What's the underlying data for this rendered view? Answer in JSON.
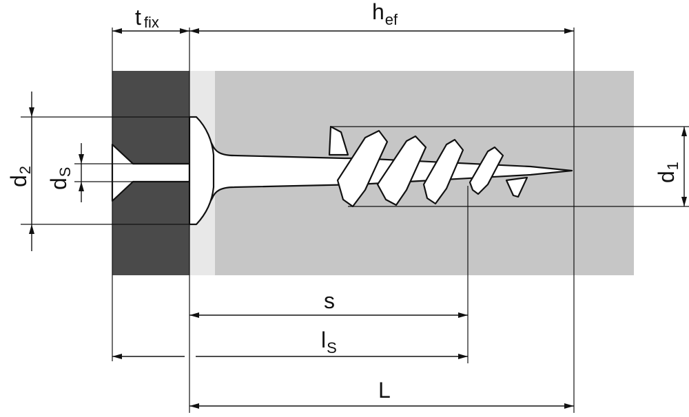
{
  "labels": {
    "t_fix": {
      "main": "t",
      "sub": "fix"
    },
    "h_ef": {
      "main": "h",
      "sub": "ef"
    },
    "d_2": {
      "main": "d",
      "sub": "2"
    },
    "d_s": {
      "main": "d",
      "sub": "S"
    },
    "d_1": {
      "main": "d",
      "sub": "1"
    },
    "s": {
      "main": "s"
    },
    "l_s": {
      "main": "l",
      "sub": "S"
    },
    "L": {
      "main": "L"
    }
  },
  "colors": {
    "fixture": "#4a4a4a",
    "base_material": "#c6c6c6",
    "annular_gap": "#e8e8e8",
    "screw": "#ffffff",
    "line": "#111111"
  }
}
